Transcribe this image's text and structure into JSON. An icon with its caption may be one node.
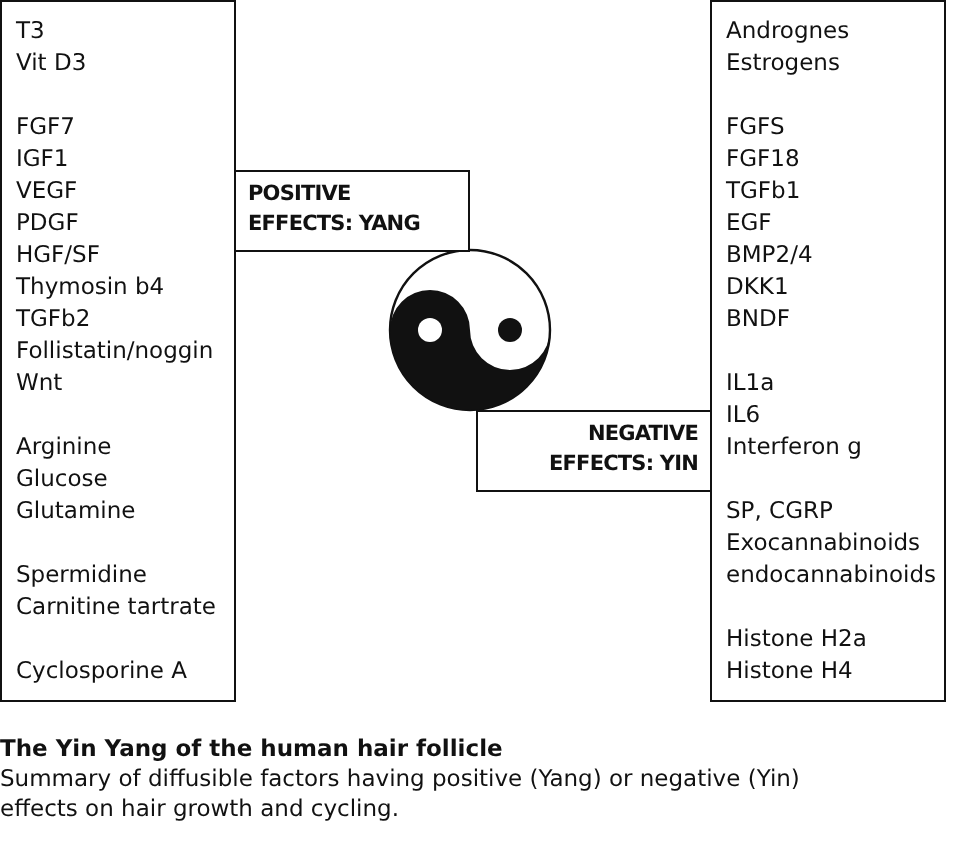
{
  "diagram": {
    "title": "The Yin Yang of the human hair follicle",
    "caption": "Summary of diffusible factors having positive (Yang) or negative (Yin) effects on hair growth and cycling.",
    "nodes": [
      {
        "text": [
          "T3",
          "Vit D3",
          "FGF7",
          "IGF1",
          "VEGF",
          "PDGF",
          "HGF/SF",
          "Thymosin b4",
          "TGFb2",
          "Follistatin/noggin",
          "Wnt",
          "Arginine",
          "Glucose",
          "Glutamine",
          "Spermidine",
          "Carnitine tartrate",
          "Cyclosporine A"
        ]
      },
      {
        "text": [
          "POSITIVE EFFECTS: YANG"
        ]
      },
      {
        "text": [
          "Andrognes",
          "Estrogens",
          "FGFS",
          "FGF18",
          "TGFb1",
          "EGF",
          "BMP2/4",
          "DKK1",
          "BNDF",
          "IL1a",
          "IL6",
          "Interferon g",
          "SP, CGRP",
          "Exocannabinoids",
          "endocannabinoids",
          "Histone H2a",
          "Histone H4"
        ]
      },
      {
        "text": [
          "NEGATIVE EFFECTS: YIN"
        ]
      }
    ],
    "edges": []
  }
}
